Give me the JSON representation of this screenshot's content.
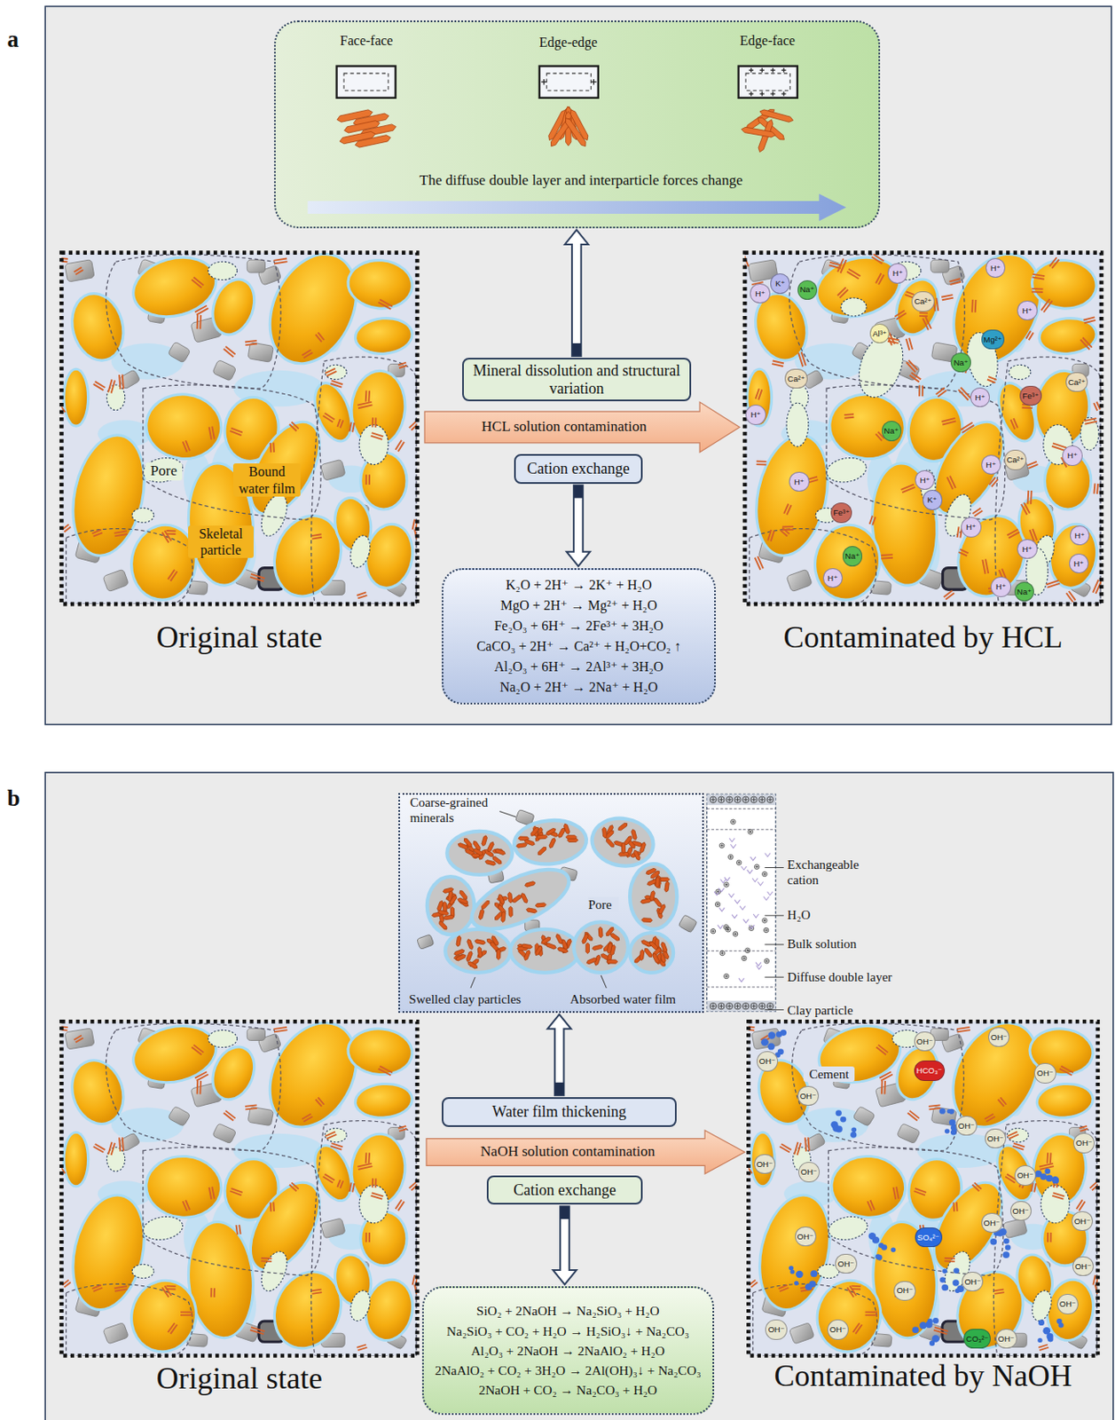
{
  "diagram": {
    "nodes": [
      {
        "text": [
          "Face-face",
          "Edge-edge",
          "Edge-face",
          "The diffuse double layer and interparticle forces change"
        ]
      },
      {
        "text": [
          "Original state"
        ]
      },
      {
        "text": [
          "Mineral dissolution and structural variation"
        ]
      },
      {
        "text": [
          "HCL solution contamination"
        ]
      },
      {
        "text": [
          "Cation exchange"
        ]
      },
      {
        "text": [
          "K₂O + 2H⁺ → 2K⁺ + H₂O",
          "MgO + 2H⁺ → Mg²⁺ + H₂O",
          "Fe₂O₃ + 6H⁺ → 2Fe³⁺ + 3H₂O",
          "CaCO₃ + 2H⁺ → Ca²⁺ + H₂O+CO₂ ↑",
          "Al₂O₃ + 6H⁺ → 2Al³⁺ + 3H₂O",
          "Na₂O + 2H⁺ → 2Na⁺ + H₂O"
        ]
      },
      {
        "text": [
          "Contaminated by HCL"
        ]
      },
      {
        "text": [
          "H⁺"
        ],
        "in": 6
      },
      {
        "text": [
          "H⁺"
        ],
        "in": 6
      },
      {
        "text": [
          "K⁺"
        ],
        "in": 6
      },
      {
        "text": [
          "H⁺"
        ],
        "in": 6
      },
      {
        "text": [
          "Na⁺"
        ],
        "in": 6
      },
      {
        "text": [
          "Ca²⁺"
        ],
        "in": 6
      },
      {
        "text": [
          "H⁺"
        ],
        "in": 6
      },
      {
        "text": [
          "Al³⁺"
        ],
        "in": 6
      },
      {
        "text": [
          "Mg²⁺"
        ],
        "in": 6
      },
      {
        "text": [
          "Na⁺"
        ],
        "in": 6
      },
      {
        "text": [
          "Ca²⁺"
        ],
        "in": 6
      },
      {
        "text": [
          "Ca²⁺"
        ],
        "in": 6
      },
      {
        "text": [
          "H⁺"
        ],
        "in": 6
      },
      {
        "text": [
          "Fe³⁺"
        ],
        "in": 6
      },
      {
        "text": [
          "H⁺"
        ],
        "in": 6
      },
      {
        "text": [
          "Na⁺"
        ],
        "in": 6
      },
      {
        "text": [
          "H⁺"
        ],
        "in": 6
      },
      {
        "text": [
          "Ca²⁺"
        ],
        "in": 6
      },
      {
        "text": [
          "H⁺"
        ],
        "in": 6
      },
      {
        "text": [
          "H⁺"
        ],
        "in": 6
      },
      {
        "text": [
          "H⁺"
        ],
        "in": 6
      },
      {
        "text": [
          "K⁺"
        ],
        "in": 6
      },
      {
        "text": [
          "Fe³⁺"
        ],
        "in": 6
      },
      {
        "text": [
          "H⁺"
        ],
        "in": 6
      },
      {
        "text": [
          "H⁺"
        ],
        "in": 6
      },
      {
        "text": [
          "Na⁺"
        ],
        "in": 6
      },
      {
        "text": [
          "H⁺"
        ],
        "in": 6
      },
      {
        "text": [
          "H⁺"
        ],
        "in": 6
      },
      {
        "text": [
          "H⁺"
        ],
        "in": 6
      },
      {
        "text": [
          "Na⁺"
        ],
        "in": 6
      },
      {
        "text": [
          "H⁺"
        ],
        "in": 6
      },
      {
        "text": [
          "Coarse-grained minerals",
          "Pore",
          "Swelled clay particles",
          "Absorbed water film"
        ]
      },
      {
        "text": [
          "Original state"
        ]
      },
      {
        "text": [
          "Water film thickening"
        ]
      },
      {
        "text": [
          "NaOH solution contamination"
        ]
      },
      {
        "text": [
          "Cation exchange"
        ]
      },
      {
        "text": [
          "SiO₂ + 2NaOH → Na₂SiO₃ + H₂O",
          "Na₂SiO₃ + CO₂ + H₂O → H₂SiO₃↓ + Na₂CO₃",
          "Al₂O₃ + 2NaOH → 2NaAlO₂ + H₂O",
          "2NaAlO₂ + CO₂ + 3H₂O → 2Al(OH)₃↓ + Na₂CO₃",
          "2NaOH + CO₂ → Na₂CO₃ + H₂O"
        ]
      },
      {
        "text": [
          "Contaminated by NaOH"
        ]
      },
      {
        "text": [
          "OH⁻"
        ],
        "in": 44
      },
      {
        "text": [
          "OH⁻"
        ],
        "in": 44
      },
      {
        "text": [
          "OH⁻"
        ],
        "in": 44
      },
      {
        "text": [
          "OH⁻"
        ],
        "in": 44
      },
      {
        "text": [
          "OH⁻"
        ],
        "in": 44
      },
      {
        "text": [
          "OH⁻"
        ],
        "in": 44
      },
      {
        "text": [
          "OH⁻"
        ],
        "in": 44
      },
      {
        "text": [
          "OH⁻"
        ],
        "in": 44
      },
      {
        "text": [
          "OH⁻"
        ],
        "in": 44
      },
      {
        "text": [
          "OH⁻"
        ],
        "in": 44
      },
      {
        "text": [
          "OH⁻"
        ],
        "in": 44
      },
      {
        "text": [
          "OH⁻"
        ],
        "in": 44
      },
      {
        "text": [
          "OH⁻"
        ],
        "in": 44
      },
      {
        "text": [
          "OH⁻"
        ],
        "in": 44
      },
      {
        "text": [
          "OH⁻"
        ],
        "in": 44
      },
      {
        "text": [
          "OH⁻"
        ],
        "in": 44
      },
      {
        "text": [
          "OH⁻"
        ],
        "in": 44
      },
      {
        "text": [
          "OH⁻"
        ],
        "in": 44
      },
      {
        "text": [
          "OH⁻"
        ],
        "in": 44
      },
      {
        "text": [
          "OH⁻"
        ],
        "in": 44
      },
      {
        "text": [
          "OH⁻"
        ],
        "in": 44
      },
      {
        "text": [
          "OH⁻"
        ],
        "in": 44
      },
      {
        "text": [
          "OH⁻"
        ],
        "in": 44
      },
      {
        "text": [
          "HCO₃⁻"
        ],
        "in": 44
      },
      {
        "text": [
          "SO₄²⁻"
        ],
        "in": 44
      },
      {
        "text": [
          "CO₃²⁻"
        ],
        "in": 44
      }
    ],
    "edges": [
      {
        "from": 2,
        "to": 0,
        "arrow": "to"
      },
      {
        "from": 4,
        "to": 5,
        "arrow": "to"
      },
      {
        "from": 40,
        "to": 38,
        "arrow": "to"
      },
      {
        "from": 42,
        "to": 43,
        "arrow": "to"
      }
    ],
    "labels": [
      "a",
      "b",
      "Pore",
      "Bound water film",
      "Skeletal particle",
      "Exchangeable cation",
      "H₂O",
      "Bulk solution",
      "Diffuse double layer",
      "Clay particle",
      "Cement"
    ]
  }
}
